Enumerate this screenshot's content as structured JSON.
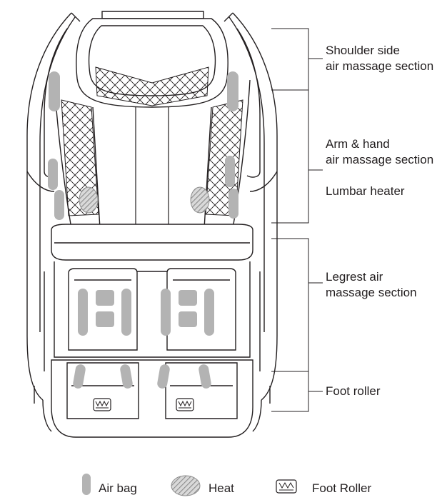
{
  "sections": [
    {
      "id": "shoulder",
      "lines": [
        "Shoulder side",
        "air massage section"
      ]
    },
    {
      "id": "arm",
      "lines": [
        "Arm & hand",
        "air massage section"
      ]
    },
    {
      "id": "lumbar",
      "lines": [
        "Lumbar heater"
      ]
    },
    {
      "id": "legrest",
      "lines": [
        "Legrest air",
        "massage section"
      ]
    },
    {
      "id": "foot",
      "lines": [
        "Foot roller"
      ]
    }
  ],
  "legend": [
    {
      "icon": "air-bag-icon",
      "label": "Air bag"
    },
    {
      "icon": "heat-icon",
      "label": "Heat"
    },
    {
      "icon": "foot-roller-icon",
      "label": "Foot Roller"
    }
  ],
  "colors": {
    "outline": "#231f20",
    "airbag": "#b3b3b3",
    "heat": "#8c8c8c",
    "bracket": "#231f20"
  }
}
